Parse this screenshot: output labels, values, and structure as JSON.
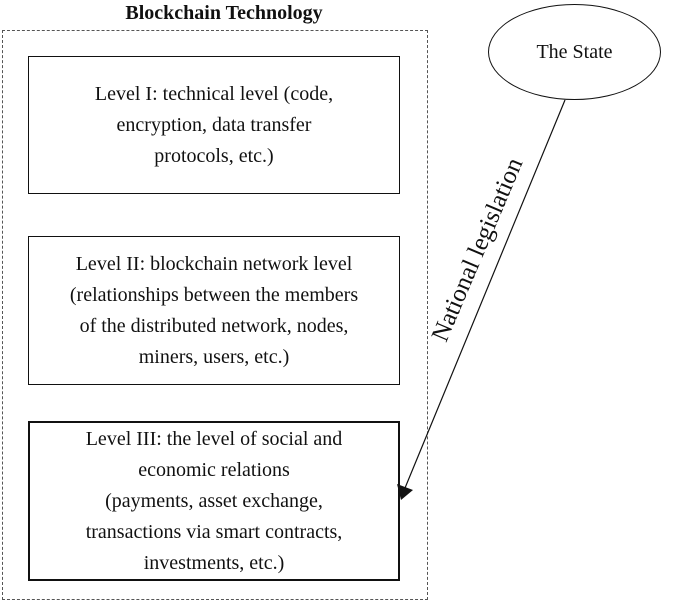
{
  "title": "Blockchain Technology",
  "levels": [
    {
      "text": "Level I: technical level (code,\nencryption, data transfer\nprotocols, etc.)"
    },
    {
      "text": "Level II: blockchain network level\n(relationships between the members\nof the distributed network, nodes,\nminers, users, etc.)"
    },
    {
      "text": "Level III: the level of social and\neconomic relations\n(payments, asset exchange,\ntransactions via smart contracts,\ninvestments, etc.)"
    }
  ],
  "state": {
    "label": "The State"
  },
  "arrow": {
    "label": "National legislation"
  }
}
